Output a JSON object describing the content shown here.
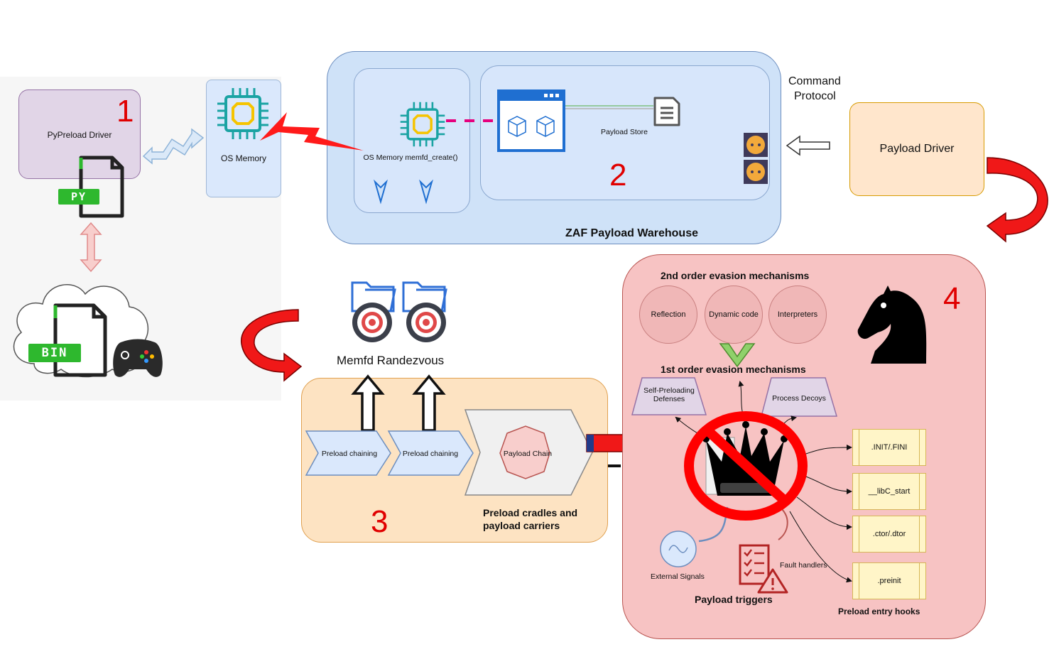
{
  "numbers": {
    "n1": "1",
    "n2": "2",
    "n3": "3",
    "n4": "4"
  },
  "section1": {
    "pypreload_driver": "PyPreload Driver",
    "py_badge": "PY",
    "bin_badge": "BIN",
    "os_memory": "OS Memory"
  },
  "section2": {
    "os_memory_memfd": "OS Memory memfd_create()",
    "payload_store": "Payload Store",
    "warehouse_title": "ZAF Payload Warehouse",
    "command_protocol_line1": "Command",
    "command_protocol_line2": "Protocol",
    "payload_driver": "Payload Driver"
  },
  "section3": {
    "rendezvous": "Memfd Randezvous",
    "chain1": "Preload chaining",
    "chain2": "Preload chaining",
    "payload_chain": "Payload Chain",
    "caption_line1": "Preload cradles and",
    "caption_line2": "payload carriers"
  },
  "section4": {
    "second_order_title": "2nd order evasion mechanisms",
    "reflection": "Reflection",
    "dynamic_code": "Dynamic code",
    "interpreters": "Interpreters",
    "first_order_title": "1st order evasion mechanisms",
    "self_preloading_line1": "Self-Preloading",
    "self_preloading_line2": "Defenses",
    "process_decoys": "Process Decoys",
    "hooks": [
      ".INIT/.FINI",
      "__libC_start",
      ".ctor/.dtor",
      ".preinit"
    ],
    "external_signals": "External Signals",
    "fault_handlers": "Fault handlers",
    "payload_triggers": "Payload triggers",
    "entry_hooks_title": "Preload entry hooks"
  },
  "colors": {
    "red_accent": "#e00000",
    "warehouse_blue": "#cfe2f8",
    "section4_pink": "#f7c3c3",
    "section3_orange": "#fde3c2",
    "driver_purple": "#e1d5e7"
  }
}
